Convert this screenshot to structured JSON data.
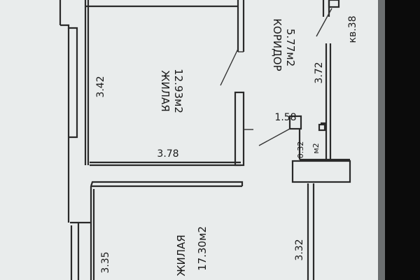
{
  "rooms": {
    "room1": {
      "name": "ЖИЛАЯ",
      "area": "12.93м2"
    },
    "room2": {
      "name": "ЖИЛАЯ",
      "area": "17.30м2"
    },
    "corridor": {
      "name": "КОРИДОР",
      "area": "5.77м2"
    },
    "small": {
      "area_value": "0.32",
      "area_unit": "м2"
    }
  },
  "dimensions": {
    "d342": "3.42",
    "d378": "3.78",
    "d372": "3.72",
    "d158": "1.58",
    "d335": "3.35",
    "d332": "3.32"
  },
  "apartment": {
    "label": "кв.38"
  },
  "colors": {
    "paper": "#e9ecec",
    "ink": "#2a2a2a",
    "frame": "#0b0b0b"
  }
}
